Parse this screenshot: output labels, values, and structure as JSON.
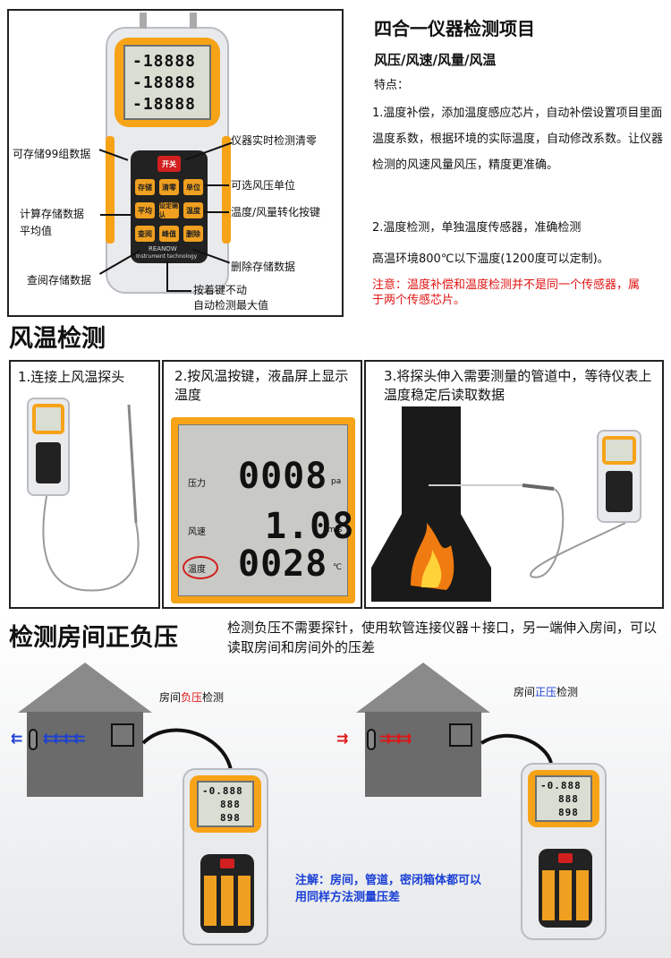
{
  "top": {
    "title": "四合一仪器检测项目",
    "subtitle": "风压/风速/风量/风温",
    "features_label": "特点：",
    "para1": "1.温度补偿，添加温度感应芯片，自动补偿设置项目里面温度系数，根据环境的实际温度，自动修改系数。让仪器检测的风速风量风压，精度更准确。",
    "para2_line1": "2.温度检测，单独温度传感器，准确检测",
    "para2_line2": "高温环境800℃以下温度(1200度可以定制)。",
    "note": "注意：温度补偿和温度检测并不是同一个传感器，属于两个传感芯片。",
    "callouts": {
      "store99": "可存储99组数据",
      "realtime_zero": "仪器实时检测清零",
      "unit": "可选风压单位",
      "avg1": "计算存储数据",
      "avg2": "平均值",
      "switch": "温度/风量转化按键",
      "query": "查阅存储数据",
      "delete": "删除存储数据",
      "hold1": "按着键不动",
      "hold2": "自动检测最大值"
    },
    "device": {
      "digits": [
        "-18888",
        "-18888",
        "-18888"
      ],
      "keys": [
        "开关",
        "存储",
        "清零",
        "单位",
        "平均",
        "设定确认",
        "温度",
        "查阅",
        "峰值",
        "删除"
      ],
      "brand": "REANOW",
      "brand_sub": "Instrument technology"
    }
  },
  "wind_temp": {
    "heading": "风温检测",
    "step1": "1.连接上风温探头",
    "step2": "2.按风温按键，液晶屏上显示温度",
    "step3": "3.将探头伸入需要测量的管道中，等待仪表上温度稳定后读取数据",
    "lcd": {
      "row1_label": "压力",
      "row1_value": "0008",
      "row1_unit": "pa",
      "row2_label": "风速",
      "row2_value": "1.08",
      "row2_unit": "m/s",
      "row3_label": "温度",
      "row3_value": "0028",
      "row3_unit": "℃"
    }
  },
  "room": {
    "heading": "检测房间正负压",
    "desc": "检测负压不需要探针，使用软管连接仪器＋接口，另一端伸入房间，可以读取房间和房间外的压差",
    "left_label_pre": "房间",
    "left_label_hl": "负压",
    "left_label_post": "检测",
    "right_label_pre": "房间",
    "right_label_hl": "正压",
    "right_label_post": "检测",
    "note": "注解：房间，管道，密闭箱体都可以用同样方法测量压差",
    "mini_digits": [
      "-0.888",
      "888",
      "898"
    ],
    "colors": {
      "negative": "#1a3fd6",
      "positive": "#e01414",
      "note": "#1a3fd6"
    }
  }
}
